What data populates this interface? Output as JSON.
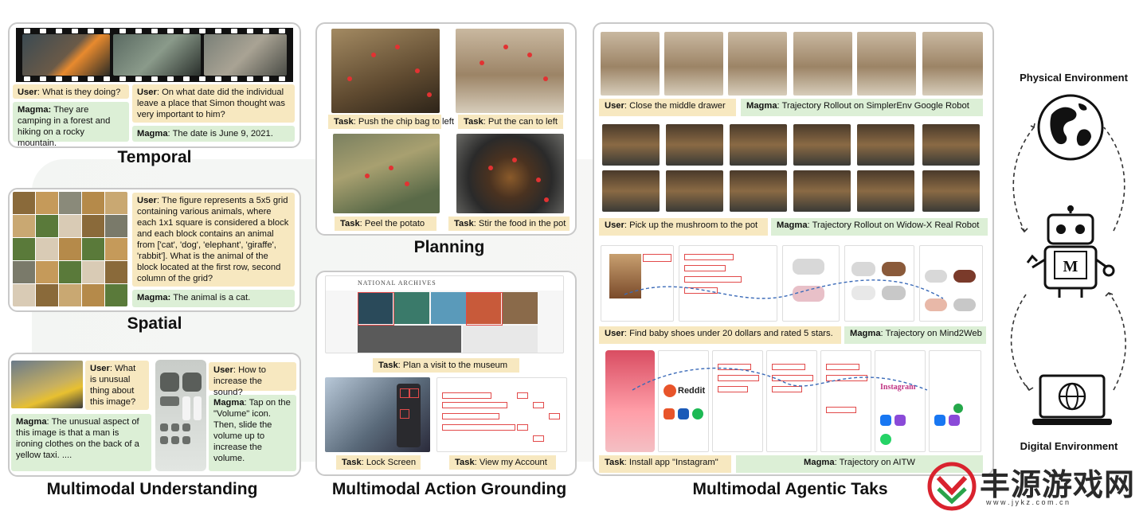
{
  "captions": {
    "temporal": "Temporal",
    "spatial": "Spatial",
    "understanding": "Multimodal Understanding",
    "planning": "Planning",
    "grounding": "Multimodal Action Grounding",
    "agentic": "Multimodal Agentic Taks"
  },
  "temporal": {
    "user1": "What is they doing?",
    "magma1": "They are camping in a forest and hiking on a rocky mountain.",
    "user2": "On what date did the individual leave a place that Simon thought was very important to him?",
    "magma2": "The date is June 9, 2021."
  },
  "spatial": {
    "user": "The figure represents a 5x5 grid containing various animals, where each 1x1 square is considered a block and each block contains an animal from ['cat', 'dog', 'elephant', 'giraffe', 'rabbit']. What is the animal of the block located at the first row, second column of the grid?",
    "magma": "The animal is a cat."
  },
  "understanding": {
    "user1": "What is unusual thing about this image?",
    "magma1": "The unusual aspect of this image is that a man is ironing clothes on the back of a yellow taxi. ....",
    "user2": "How to increase the sound?",
    "magma2": "Tap on the \"Volume\" icon. Then, slide the volume up to increase the volume."
  },
  "planning": {
    "tasks": [
      "Push the chip bag to left",
      "Put the can to left",
      "Peel the potato",
      "Stir the food in the pot"
    ]
  },
  "grounding": {
    "museum_site": "NATIONAL ARCHIVES",
    "task_museum": "Plan a visit to the museum",
    "task_lock": "Lock Screen",
    "task_account": "View my Account"
  },
  "agentic": {
    "user_drawer": "Close the middle drawer",
    "magma_drawer": "Trajectory Rollout on SimplerEnv Google Robot",
    "user_mushroom": "Pick up the mushroom to the pot",
    "magma_mushroom": "Trajectory Rollout on Widow-X Real Robot",
    "user_shoes": "Find baby shoes under 20 dollars and rated 5 stars.",
    "magma_shoes": "Trajectory on Mind2Web",
    "task_instagram": "Install app \"Instagram\"",
    "magma_aitw": "Trajectory on AITW",
    "app_labels": [
      "Reddit",
      "Instagram"
    ]
  },
  "labels": {
    "user": "User",
    "magma": "Magma",
    "task": "Task"
  },
  "environment": {
    "physical": "Physical Environment",
    "digital": "Digital Environment",
    "robot_letter": "M"
  },
  "watermark": {
    "text": "丰源游戏网",
    "url": "w w w . j y k z . c o m . c n"
  },
  "colors": {
    "user_bg": "#f7e8c0",
    "magma_bg": "#dcefd6",
    "border": "#c9c9c9",
    "marker": "#e23232"
  }
}
